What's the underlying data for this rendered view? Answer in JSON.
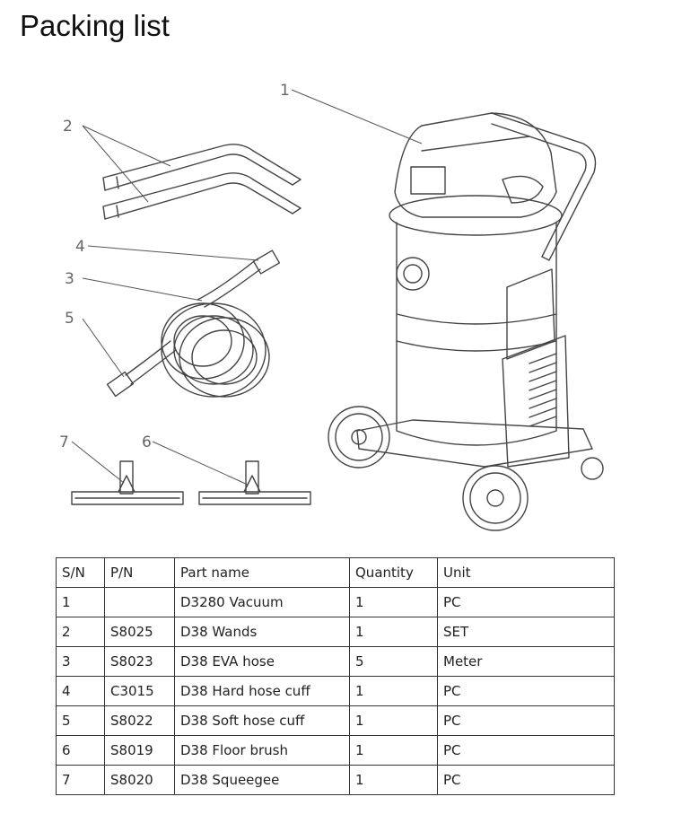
{
  "page": {
    "title": "Packing list"
  },
  "figure": {
    "callouts": [
      "1",
      "2",
      "3",
      "4",
      "5",
      "6",
      "7"
    ]
  },
  "table": {
    "headers": [
      "S/N",
      "P/N",
      "Part name",
      "Quantity",
      "Unit"
    ],
    "rows": [
      [
        "1",
        "",
        "D3280 Vacuum",
        "1",
        "PC"
      ],
      [
        "2",
        "S8025",
        "D38 Wands",
        "1",
        "SET"
      ],
      [
        "3",
        "S8023",
        "D38 EVA hose",
        "5",
        "Meter"
      ],
      [
        "4",
        "C3015",
        "D38 Hard hose cuff",
        "1",
        "PC"
      ],
      [
        "5",
        "S8022",
        "D38 Soft hose cuff",
        "1",
        "PC"
      ],
      [
        "6",
        "S8019",
        "D38 Floor brush",
        "1",
        "PC"
      ],
      [
        "7",
        "S8020",
        "D38 Squeegee",
        "1",
        "PC"
      ]
    ]
  }
}
